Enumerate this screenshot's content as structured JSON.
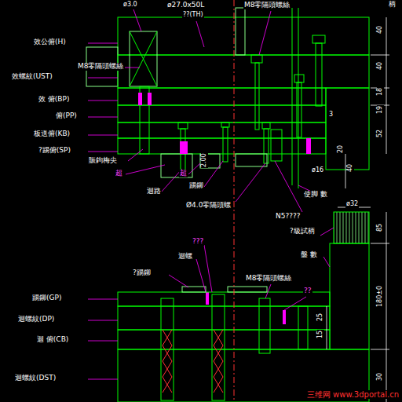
{
  "diagram": {
    "labels": [
      "ø3.0",
      "ø27.0x50L",
      "??(TH)",
      "M8零隔頭螺絲",
      "柄",
      "效公俯(H)",
      "M8零隔頭螺絲",
      "效螺紋(UST)",
      "效 俯(BP)",
      "俯(PP)",
      "板送俯(KB)",
      "?踢俯(SP)",
      "賑鉤梅尖",
      "超",
      "超",
      "迴路",
      "踢鉚",
      "Ø4.0零隔頭螺",
      "使脚 數",
      "N5????",
      "ø16",
      "ø32",
      "?級試柄",
      "盤 數",
      "???",
      "迴螺",
      "?踢鉚",
      "M8零隔頭螺絲",
      "??",
      "踢鉚(GP)",
      "迴螺紋(DP)",
      "迴 俯(CB)",
      "迴螺紋(DST)",
      "三维网 www.3dportal.cn",
      "40",
      "40",
      "18",
      "19",
      "52",
      "3",
      "20",
      "40",
      "2.00",
      "85",
      "180±0",
      "25",
      "15",
      "30"
    ]
  }
}
